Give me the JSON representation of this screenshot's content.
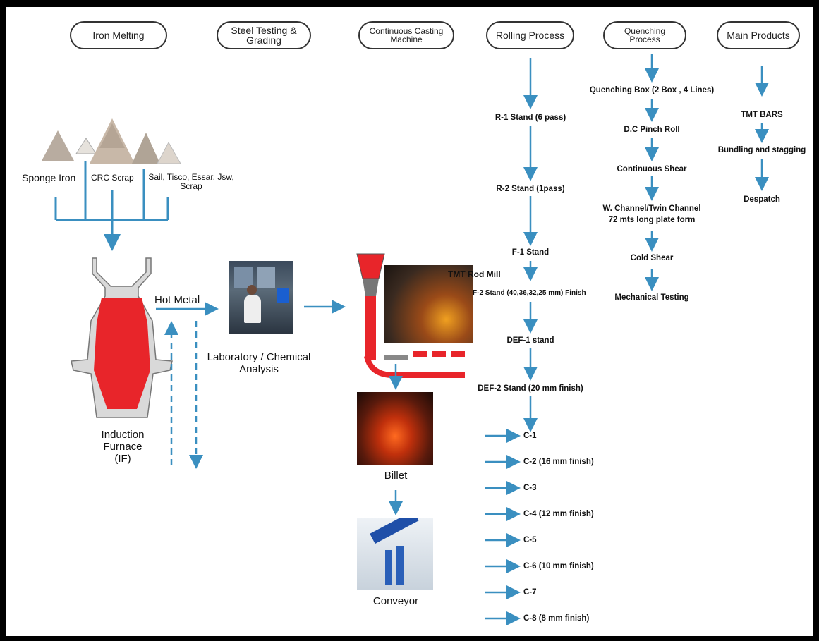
{
  "headers": {
    "iron_melting": "Iron Melting",
    "steel_testing_line1": "Steel Testing &",
    "steel_testing_line2": "Grading",
    "casting_line1": "Continuous Casting",
    "casting_line2": "Machine",
    "rolling": "Rolling Process",
    "quenching": "Quenching Process",
    "main_products": "Main Products"
  },
  "raw_materials": {
    "sponge_iron": "Sponge Iron",
    "crc_scrap": "CRC Scrap",
    "other_scrap_line1": "Sail, Tisco, Essar, Jsw,",
    "other_scrap_line2": "Scrap"
  },
  "furnace": {
    "line1": "Induction",
    "line2": "Furnace",
    "line3": "(IF)",
    "hot_metal": "Hot Metal"
  },
  "laboratory": {
    "line1": "Laboratory / Chemical",
    "line2": "Analysis"
  },
  "casting": {
    "tmt_rod_mill": "TMT Rod Mill",
    "billet": "Billet",
    "conveyor": "Conveyor"
  },
  "rolling_steps": [
    "R-1 Stand (6 pass)",
    "R-2 Stand (1pass)",
    "F-1 Stand",
    "F-2 Stand (40,36,32,25 mm) Finish",
    "DEF-1 stand",
    "DEF-2 Stand (20 mm finish)"
  ],
  "coolers": [
    "C-1",
    "C-2 (16 mm finish)",
    "C-3",
    "C-4 (12 mm finish)",
    "C-5",
    "C-6 (10 mm finish)",
    "C-7",
    "C-8 (8 mm finish)"
  ],
  "quenching_steps": [
    "Quenching Box (2 Box , 4 Lines)",
    "D.C Pinch Roll",
    "Continuous Shear",
    "W. Channel/Twin Channel",
    "72 mts long plate form",
    "Cold Shear",
    "Mechanical Testing"
  ],
  "product_steps": [
    "TMT BARS",
    "Bundling and stagging",
    "Despatch"
  ],
  "colors": {
    "arrow": "#3a8fc0",
    "molten": "#e8252a",
    "furnace_shell": "#d9d9d9",
    "pile": "#b8aca0"
  }
}
